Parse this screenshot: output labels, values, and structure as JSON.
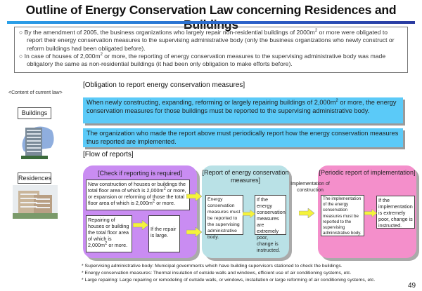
{
  "title": "Outline of Energy Conservation Law concerning Residences and Buildings",
  "intro": [
    {
      "bullet": "○",
      "pre": "By the amendment of 2005, the business organizations who largely repair non-residential buildings of 2000m",
      "sup": "2",
      "post": " or more were obligated to report their energy conservation measures to the supervising administrative body (only the business organizations who newly construct or reform buildings had been obligated before)."
    },
    {
      "bullet": "○",
      "pre": "In case of houses of 2,000m",
      "sup": "2",
      "post": " or more, the reporting of energy conservation measures to the supervising administrative body was made obligatory the same as non-residential buildings (it had been only obligation to make efforts before)."
    }
  ],
  "content_label": "<Content of current law>",
  "obligation_heading": "[Obligation to report energy conservation measures]",
  "buildings_label": "Buildings",
  "residences_label": "Residences",
  "obligation_boxes": [
    {
      "pre": "When newly constructing, expanding, reforming or largely repairing buildings of 2,000m",
      "sup": "2",
      "post": " or more, the energy conservation measures for those buildings must be reported to the supervising administrative body."
    },
    {
      "pre": "The organization who made the report above must periodically report how the energy conservation measures thus reported are implemented.",
      "sup": "",
      "post": ""
    }
  ],
  "flow_heading": "[Flow of reports]",
  "flow": {
    "check": {
      "title": "[Check if reporting is required]",
      "new": {
        "pre": "New construction of houses or buildings the total floor area of which is 2,000m",
        "sup": "2",
        "mid": " or more, or expansion or reforming of those the total floor area of which is 2,000m",
        "sup2": "2",
        "post": " or more."
      },
      "repair": {
        "pre": "Repairing of houses or building the total floor area of which is 2,000m",
        "sup": "2",
        "post": " or more."
      },
      "large": "If the repair is large."
    },
    "report": {
      "title": "[Report of energy conservation measures]",
      "must": "Energy conservation measures must be reported to the supervising administrative body.",
      "poor": "If the energy conservation measures are extremely poor, change is instructed."
    },
    "implementation_label": "Implementation of construction",
    "periodic": {
      "title": "[Periodic report of implementation]",
      "must": "The implementation of the energy conservation measures must be reported to the supervising administrative body.",
      "poor": "If the implementation is extremely poor, change is instructed."
    }
  },
  "footnotes": [
    "* Supervising administrative body: Municipal governments which have building supervisors stationed to check the buildings.",
    "* Energy conservation measures:  Thermal insulation of outside walls and windows, efficient use of air conditioning systems, etc.",
    "* Large repairing: Large repairing or remodeling of outside walls, or windows, installation or large reforming of air conditioning systems, etc."
  ],
  "page_number": "49",
  "colors": {
    "blue_box": "#5bcaf8",
    "purple": "#c98cf2",
    "teal": "#b9e1e6",
    "pink": "#f48fcb",
    "arrow": "#f5f33a"
  }
}
